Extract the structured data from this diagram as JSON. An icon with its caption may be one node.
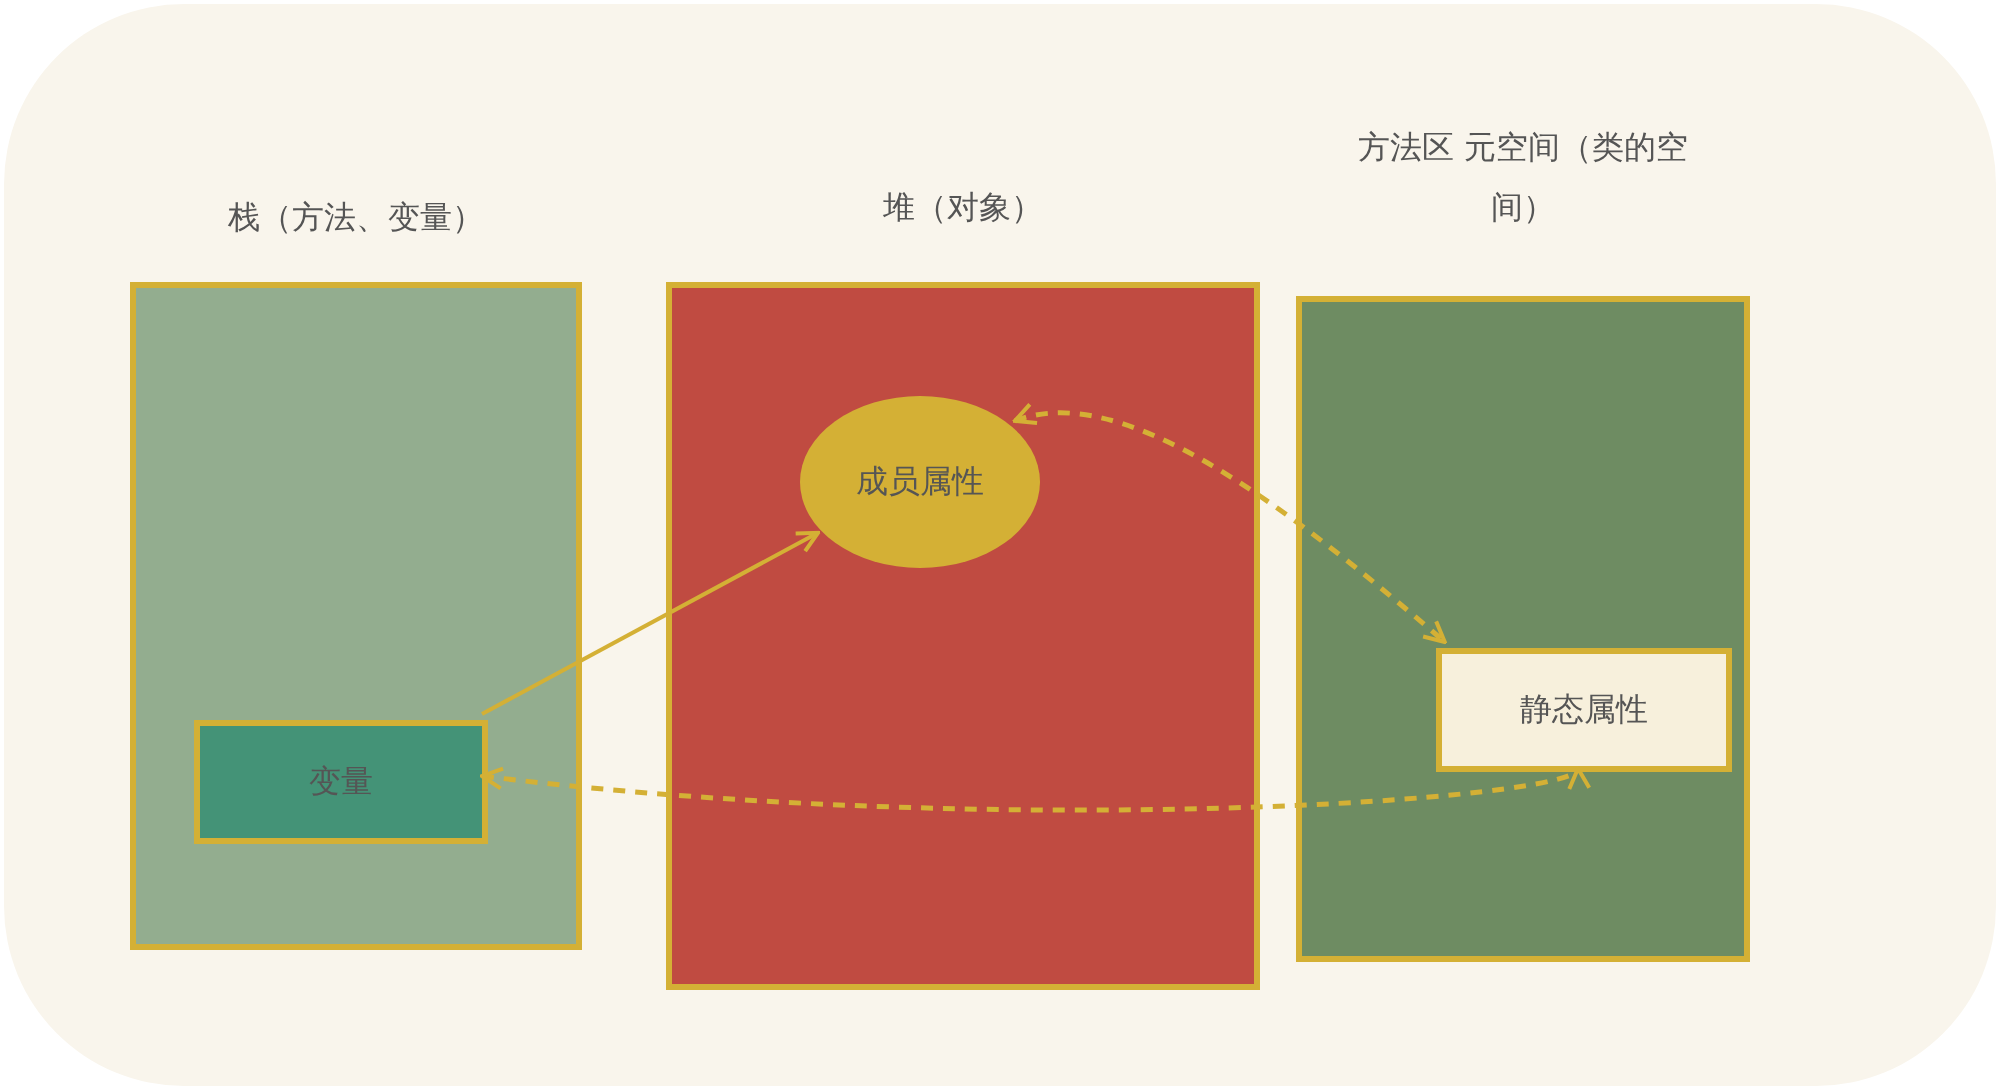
{
  "diagram": {
    "nodes": [
      {
        "text": [
          "栈（方法、变量）"
        ]
      },
      {
        "text": [
          "变量"
        ],
        "in": 0
      },
      {
        "text": [
          "堆（对象）"
        ]
      },
      {
        "text": [
          "成员属性"
        ],
        "in": 2
      },
      {
        "text": [
          "方法区 元空间（类的空间）"
        ]
      },
      {
        "text": [
          "静态属性"
        ],
        "in": 4
      }
    ],
    "edges": [
      {
        "from": 1,
        "to": 3,
        "arrow": "to"
      },
      {
        "from": 3,
        "to": 5,
        "arrow": "both",
        "style": "dashed"
      },
      {
        "from": 1,
        "to": 5,
        "arrow": "both",
        "style": "dashed"
      }
    ]
  }
}
